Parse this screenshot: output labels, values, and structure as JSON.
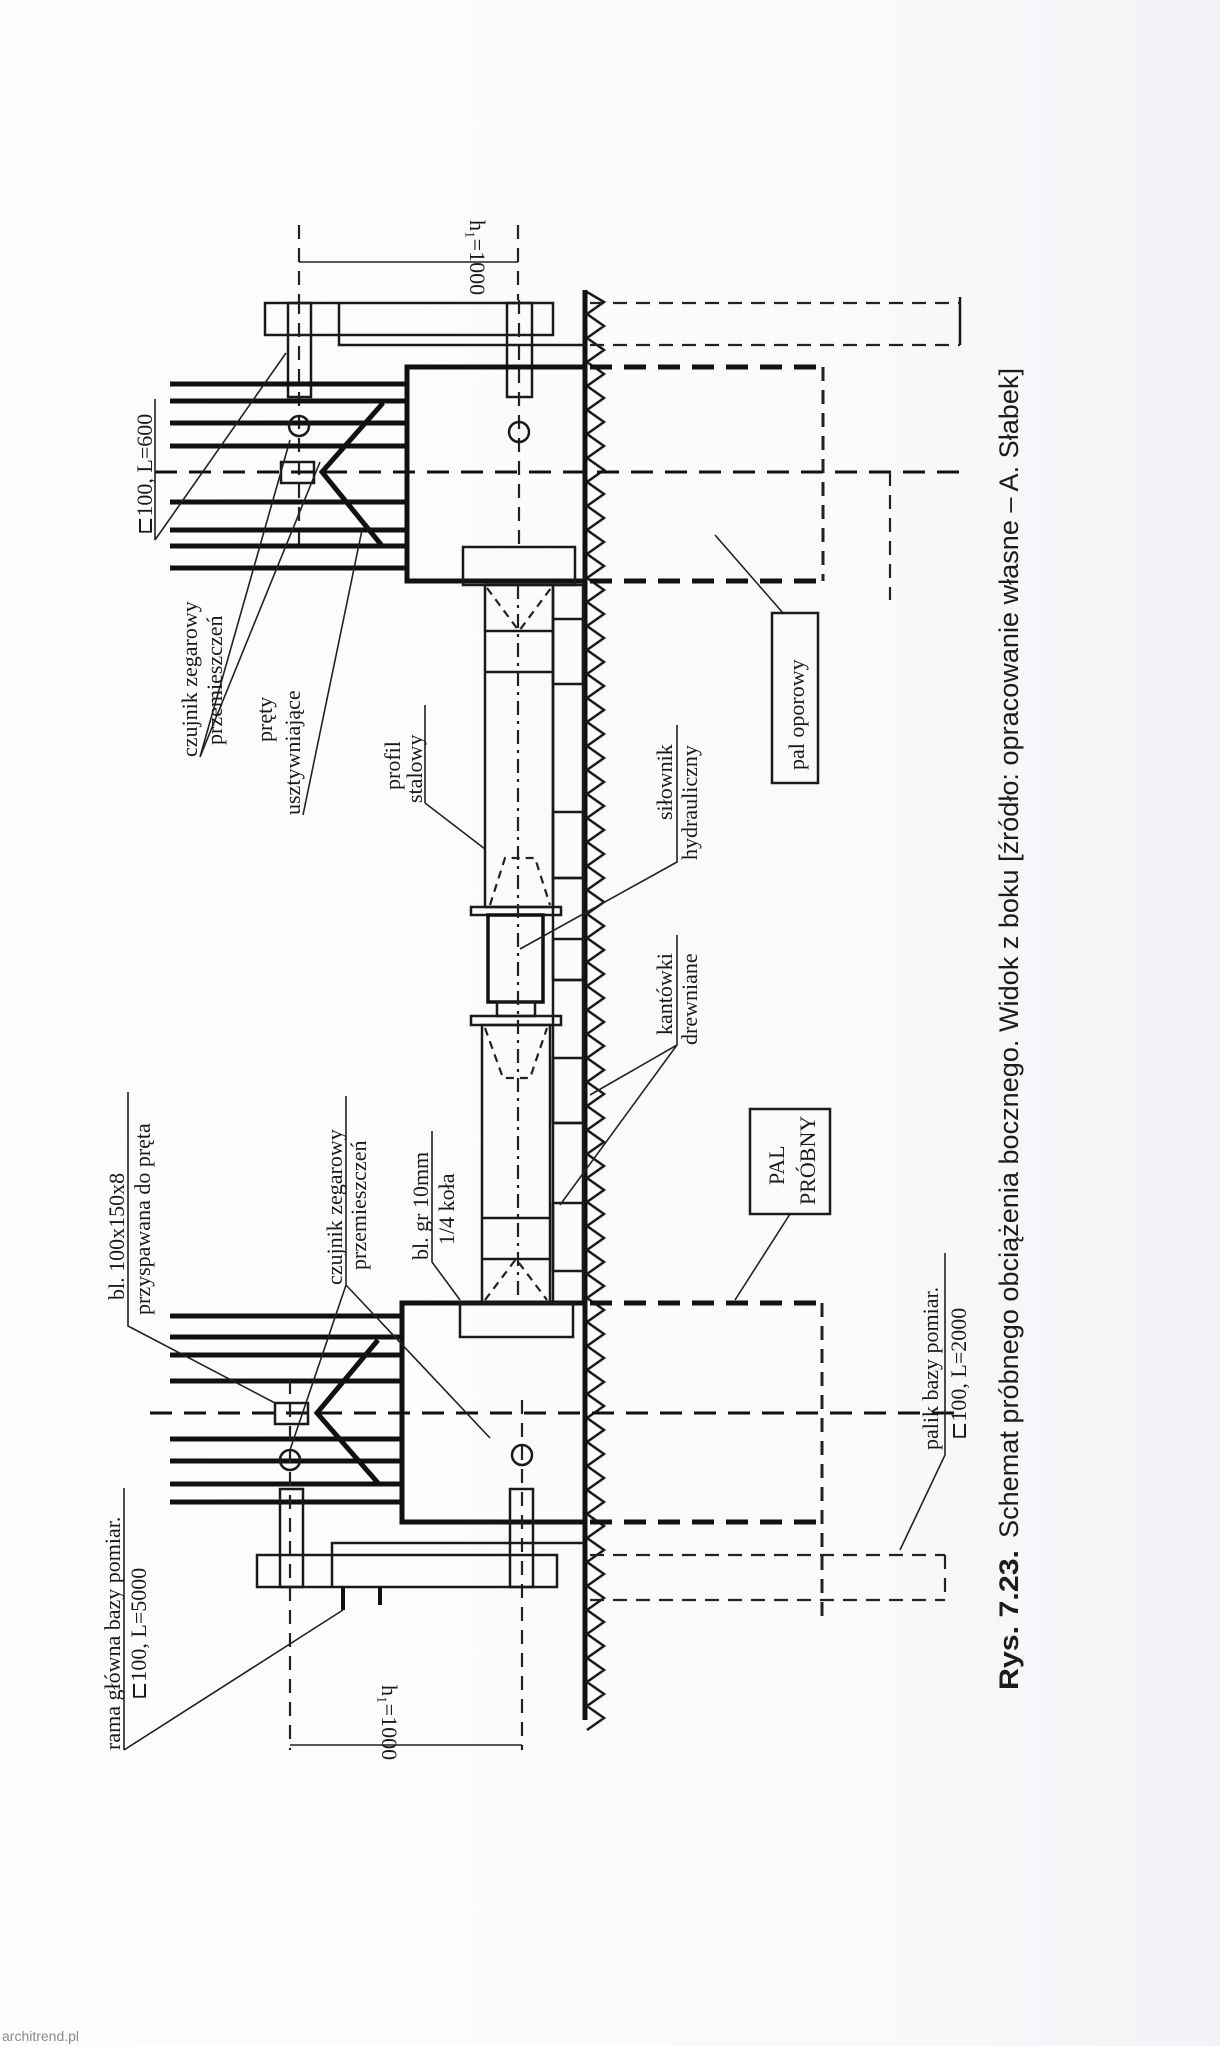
{
  "figure": {
    "labels": {
      "rama_line1": "rama główna bazy pomiar.",
      "rama_line2": "⊏100, L=5000",
      "plate_line1": "bl. 100x150x8",
      "plate_line2": "przyspawana do pręta",
      "gauge_left_line1": "czujnik zegarowy",
      "gauge_left_line2": "przemieszczeń",
      "bl10_line1": "bl. gr 10mm",
      "bl10_line2": "1/4 koła",
      "dim_left": "h₁=1000",
      "dim_right": "h₁=1000",
      "c100_600": "⊏100, L=600",
      "gauge_right_line1": "czujnik zegarowy",
      "gauge_right_line2": "przemieszczeń",
      "rods_line1": "pręty",
      "rods_line2": "usztywniające",
      "profile_line1": "profil",
      "profile_line2": "stalowy",
      "cylinder_line1": "siłownik",
      "cylinder_line2": "hydrauliczny",
      "blocks_line1": "kantówki",
      "blocks_line2": "drewniane",
      "reaction_pile": "pal oporowy",
      "test_pile_line1": "PAL",
      "test_pile_line2": "PRÓBNY",
      "base_pile_line1": "palik bazy pomiar.",
      "base_pile_line2": "⊏100, L=2000"
    },
    "caption": {
      "number": "Rys. 7.23.",
      "text": "Schemat próbnego obciążenia bocznego. Widok z boku [źródło: opracowanie własne – A. Słabek]"
    }
  },
  "watermark": "architrend.pl"
}
